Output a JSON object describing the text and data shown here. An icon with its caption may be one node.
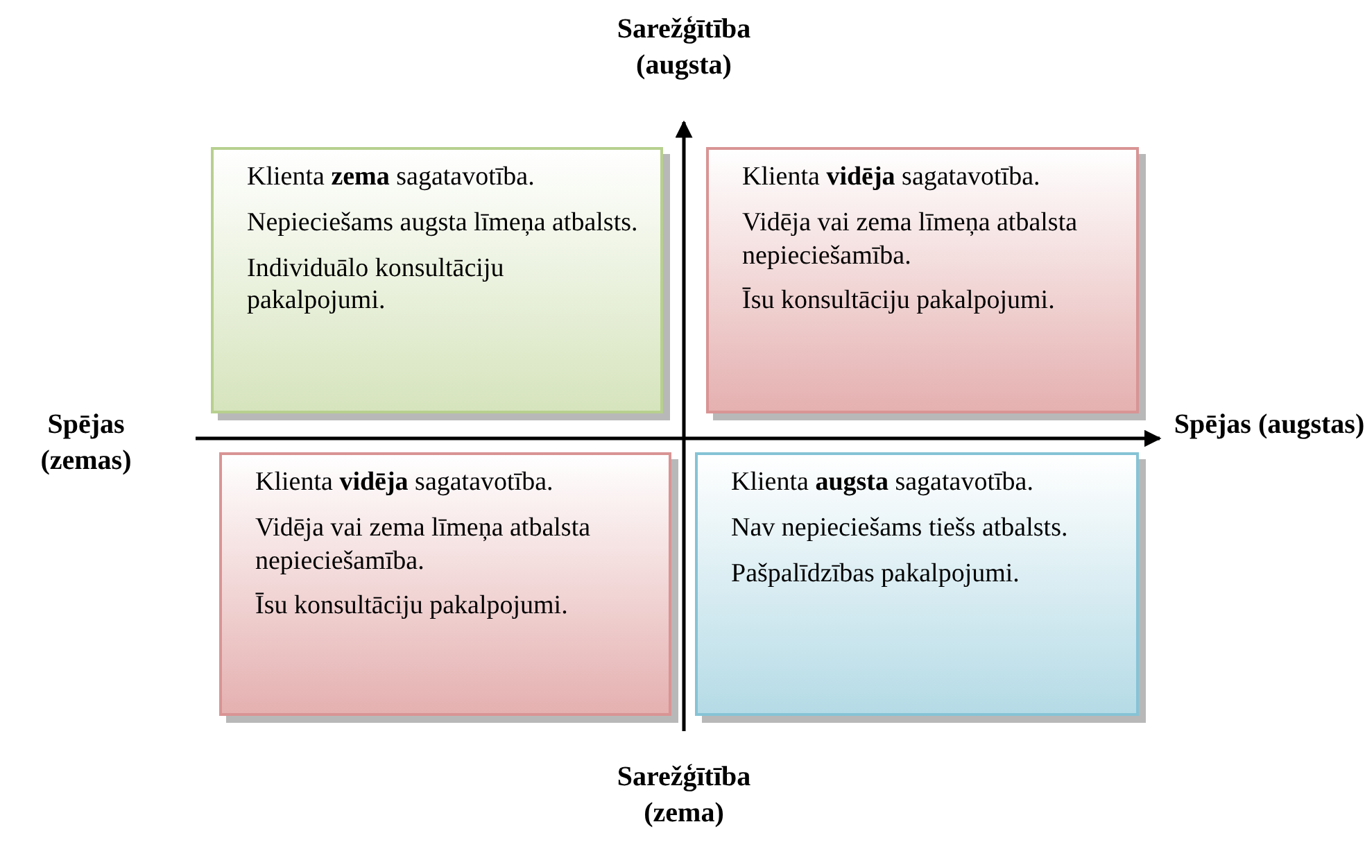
{
  "diagram": {
    "nodes": [
      {
        "text": [
          "Klienta **zema** sagatavotība.",
          "Nepieciešams augsta līmeņa atbalsts.",
          "Individuālo konsultāciju pakalpojumi."
        ]
      },
      {
        "text": [
          "Klienta **vidēja** sagatavotība.",
          "Vidēja vai zema līmeņa atbalsta nepieciešamība.",
          "Īsu konsultāciju pakalpojumi."
        ]
      },
      {
        "text": [
          "Klienta **vidēja** sagatavotība.",
          "Vidēja vai zema līmeņa atbalsta nepieciešamība.",
          "Īsu konsultāciju pakalpojumi."
        ]
      },
      {
        "text": [
          "Klienta **augsta** sagatavotība.",
          "Nav nepieciešams tiešs atbalsts.",
          "Pašpalīdzības pakalpojumi."
        ]
      }
    ],
    "edges": [],
    "labels": [
      "Sarežģītība (augsta)",
      "Spējas (zemas)",
      "Spējas (augstas)",
      "Sarežģītība (zema)"
    ]
  }
}
